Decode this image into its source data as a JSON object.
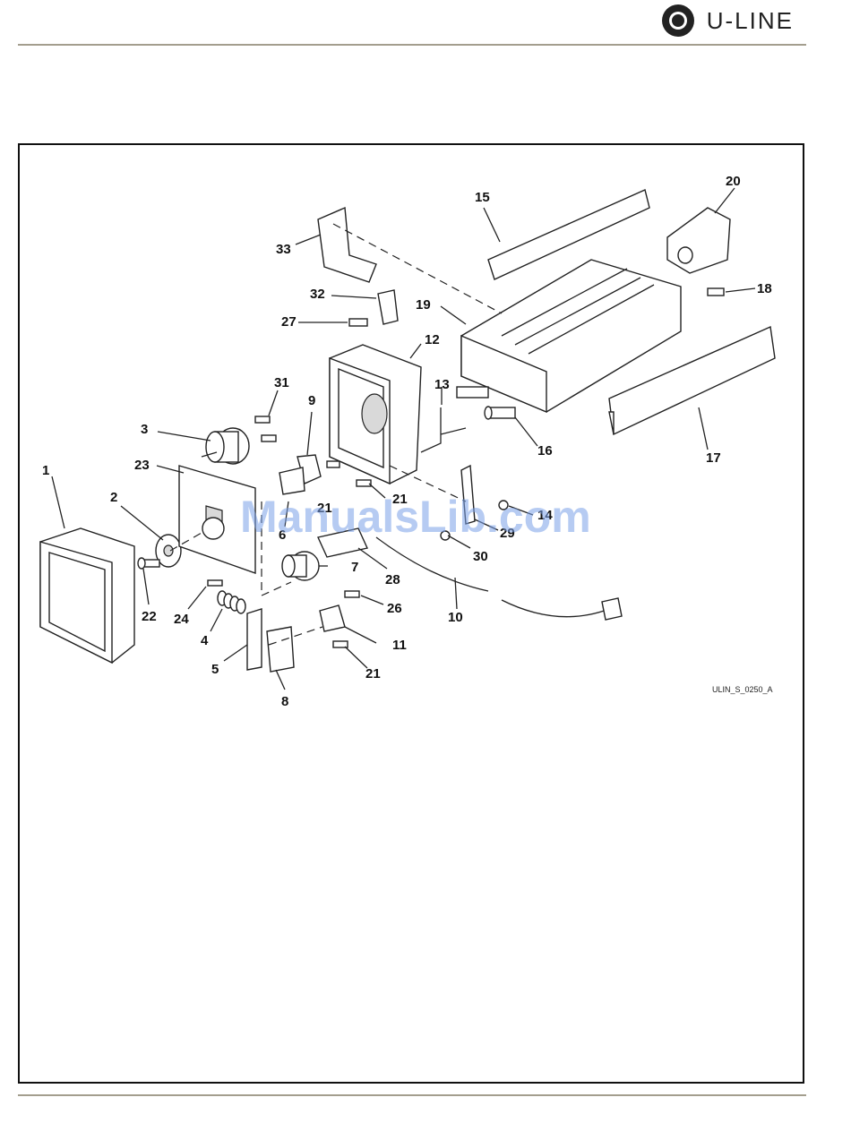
{
  "brand": {
    "logo_text": "U-LINE",
    "logo_icon": "u-line-logo-icon"
  },
  "diagram": {
    "reference_code": "ULIN_S_0250_A",
    "watermark": "ManualsLib.com",
    "callouts": [
      "1",
      "2",
      "3",
      "4",
      "5",
      "6",
      "7",
      "8",
      "9",
      "10",
      "11",
      "12",
      "13",
      "14",
      "15",
      "16",
      "17",
      "18",
      "19",
      "20",
      "21",
      "21",
      "21",
      "22",
      "23",
      "24",
      "26",
      "27",
      "28",
      "29",
      "30",
      "31",
      "32",
      "33"
    ]
  },
  "colors": {
    "rule": "#a39e8e",
    "frame": "#111111",
    "watermark": "#7aa0e8"
  }
}
